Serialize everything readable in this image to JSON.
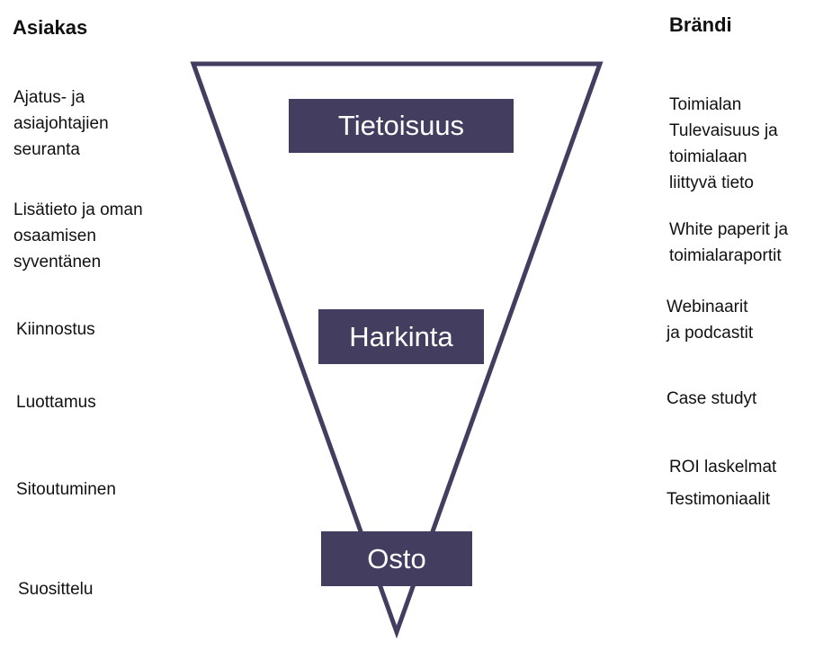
{
  "headings": {
    "customer": "Asiakas",
    "brand": "Brändi"
  },
  "stages": {
    "awareness": "Tietoisuus",
    "consideration": "Harkinta",
    "purchase": "Osto"
  },
  "customer_items": [
    "Ajatus- ja\nasiajohtajien\nseuranta",
    "Lisätieto ja oman\nosaamisen\nsyventänen",
    "Kiinnostus",
    "Luottamus",
    "Sitoutuminen",
    "Suosittelu"
  ],
  "brand_items": [
    "Toimialan\nTulevaisuus ja\ntoimialaan\nliittyvä tieto",
    "White paperit ja\ntoimialaraportit",
    "Webinaarit\n ja podcastit",
    "Case studyt",
    "ROI laskelmat",
    "Testimoniaalit"
  ],
  "colors": {
    "funnel_stroke": "#433d60",
    "stage_fill": "#433d60",
    "stage_text": "#ffffff"
  }
}
